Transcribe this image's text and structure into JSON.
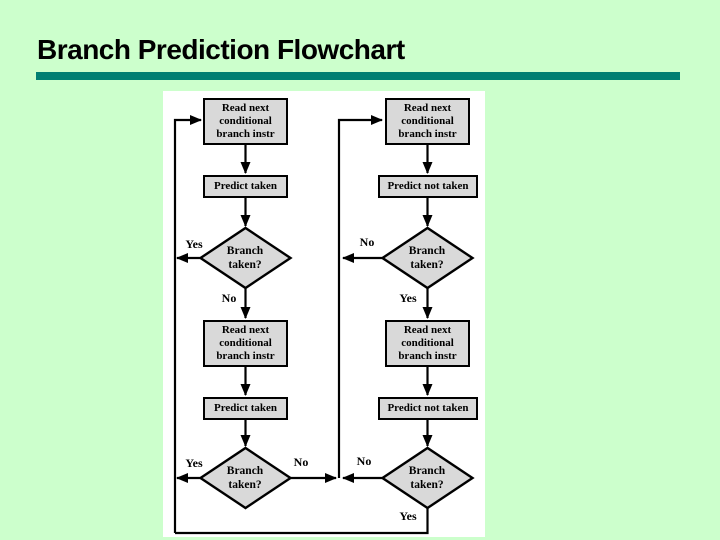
{
  "slide": {
    "title": "Branch Prediction Flowchart",
    "background_color": "#ccffcc",
    "accent_rule_color": "#007f72",
    "title_color": "#000000"
  },
  "flowchart": {
    "panel_background": "#ffffff",
    "node_fill": "#d9d9d9",
    "line_color": "#000000",
    "left_path": {
      "name": "predict-taken-loop",
      "read1": "Read next conditional branch instr",
      "predict1": "Predict taken",
      "decision1": "Branch taken?",
      "read2": "Read next conditional branch instr",
      "predict2": "Predict taken",
      "decision2": "Branch taken?"
    },
    "right_path": {
      "name": "predict-not-taken-loop",
      "read1": "Read next conditional branch instr",
      "predict1": "Predict not taken",
      "decision1": "Branch taken?",
      "read2": "Read next conditional branch instr",
      "predict2": "Predict not taken",
      "decision2": "Branch taken?"
    },
    "edge_labels": {
      "yes": "Yes",
      "no": "No"
    }
  }
}
